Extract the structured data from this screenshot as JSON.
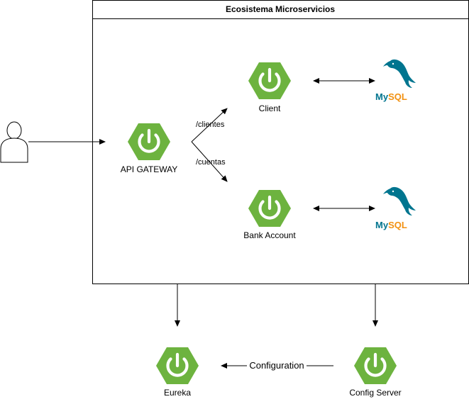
{
  "container": {
    "title": "Ecosistema Microservicios"
  },
  "nodes": {
    "gateway": {
      "label": "API GATEWAY",
      "icon": "spring-power-icon"
    },
    "client": {
      "label": "Client",
      "icon": "spring-power-icon"
    },
    "bank": {
      "label": "Bank Account",
      "icon": "spring-power-icon"
    },
    "eureka": {
      "label": "Eureka",
      "icon": "spring-power-icon"
    },
    "config": {
      "label": "Config Server",
      "icon": "spring-power-icon"
    },
    "db1": {
      "my": "My",
      "sql": "SQL",
      "icon": "mysql-dolphin-icon"
    },
    "db2": {
      "my": "My",
      "sql": "SQL",
      "icon": "mysql-dolphin-icon"
    },
    "user": {
      "icon": "user-icon"
    }
  },
  "edges": {
    "clientes": "/clientes",
    "cuentas": "/cuentas",
    "configuration": "Configuration"
  },
  "colors": {
    "spring_green": "#6db33f",
    "mysql_blue": "#00758f",
    "mysql_orange": "#f29111"
  }
}
